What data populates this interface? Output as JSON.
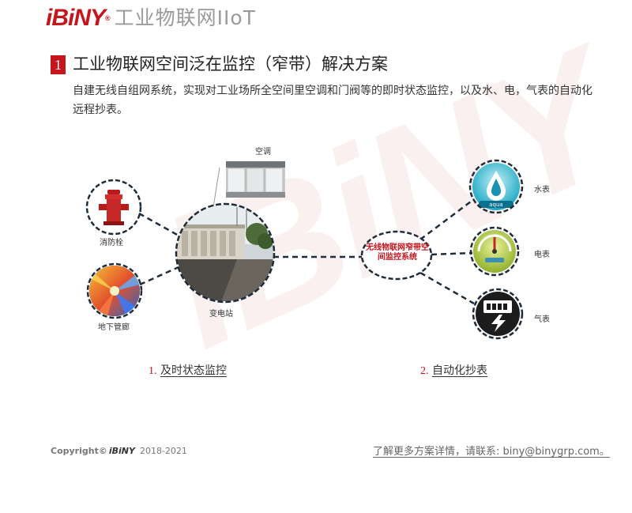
{
  "header": {
    "logo": "iBiNY",
    "logo_mark": "®",
    "title": "工业物联网IIoT"
  },
  "section": {
    "number": "1",
    "title": "工业物联网空间泛在监控（窄带）解决方案",
    "description": "自建无线自组网系统，实现对工业场所全空间里空调和门阀等的即时状态监控，以及水、电，气表的自动化远程抄表。"
  },
  "diagram": {
    "center": "无线物联网窄带空间监控系统",
    "substation": "变电站",
    "aircon": "空调",
    "hydrant": "消防栓",
    "tunnel": "地下管廊",
    "water_meter": "水表",
    "water_badge": "aqua",
    "power_meter": "电表",
    "gas_meter": "气表"
  },
  "captions": [
    {
      "num": "1.",
      "text": "及时状态监控"
    },
    {
      "num": "2.",
      "text": "自动化抄表"
    }
  ],
  "footer": {
    "copyright": "Copyright©",
    "logo": "iBiNY",
    "years": "2018-2021",
    "contact": "了解更多方案详情，请联系: biny@binygrp.com。"
  },
  "colors": {
    "brand_red": "#c4161c",
    "gray_title": "#9a9a9a"
  }
}
